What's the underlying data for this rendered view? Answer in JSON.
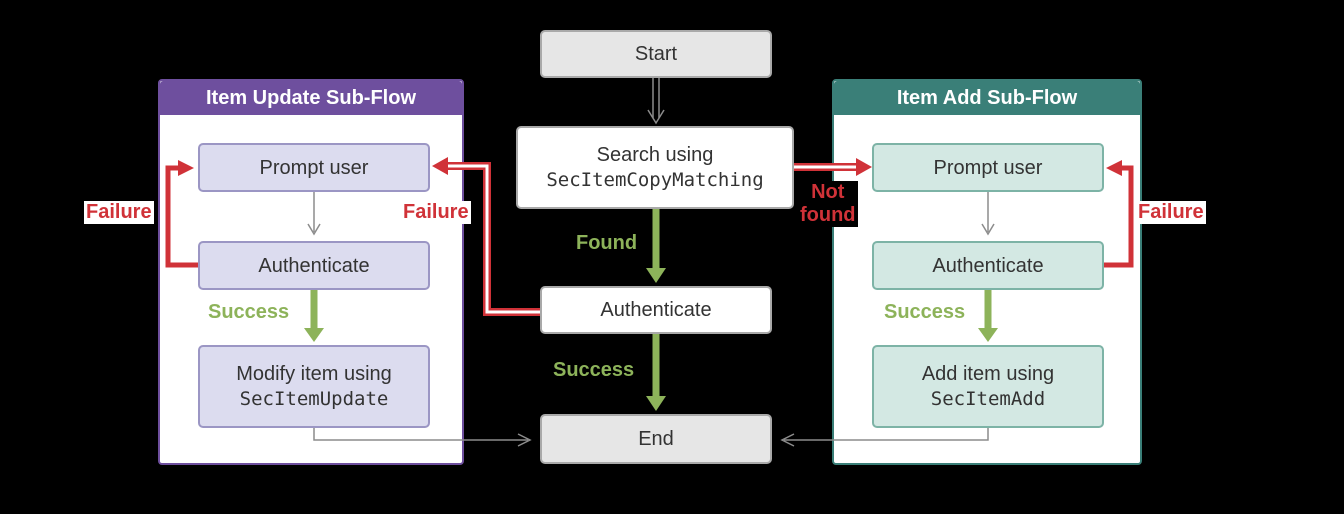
{
  "nodes": {
    "start": "Start",
    "search_line1": "Search using",
    "search_line2": "SecItemCopyMatching",
    "authenticate_main": "Authenticate",
    "end": "End"
  },
  "update_flow": {
    "title": "Item Update Sub-Flow",
    "prompt": "Prompt user",
    "authenticate": "Authenticate",
    "modify_line1": "Modify item using",
    "modify_line2": "SecItemUpdate",
    "color_header": "#6e4f9e",
    "color_box": "#dcdcef"
  },
  "add_flow": {
    "title": "Item Add Sub-Flow",
    "prompt": "Prompt user",
    "authenticate": "Authenticate",
    "add_line1": "Add item using",
    "add_line2": "SecItemAdd",
    "color_header": "#3a7f78",
    "color_box": "#d3e8e3"
  },
  "labels": {
    "failure_left": "Failure",
    "failure_mid": "Failure",
    "failure_right": "Failure",
    "success_left": "Success",
    "success_mid": "Success",
    "success_right": "Success",
    "found": "Found",
    "not_found_line1": "Not",
    "not_found_line2": "found"
  },
  "colors": {
    "failure": "#d03238",
    "success": "#8db35a",
    "neutral_arrow": "#8c8c8c"
  }
}
